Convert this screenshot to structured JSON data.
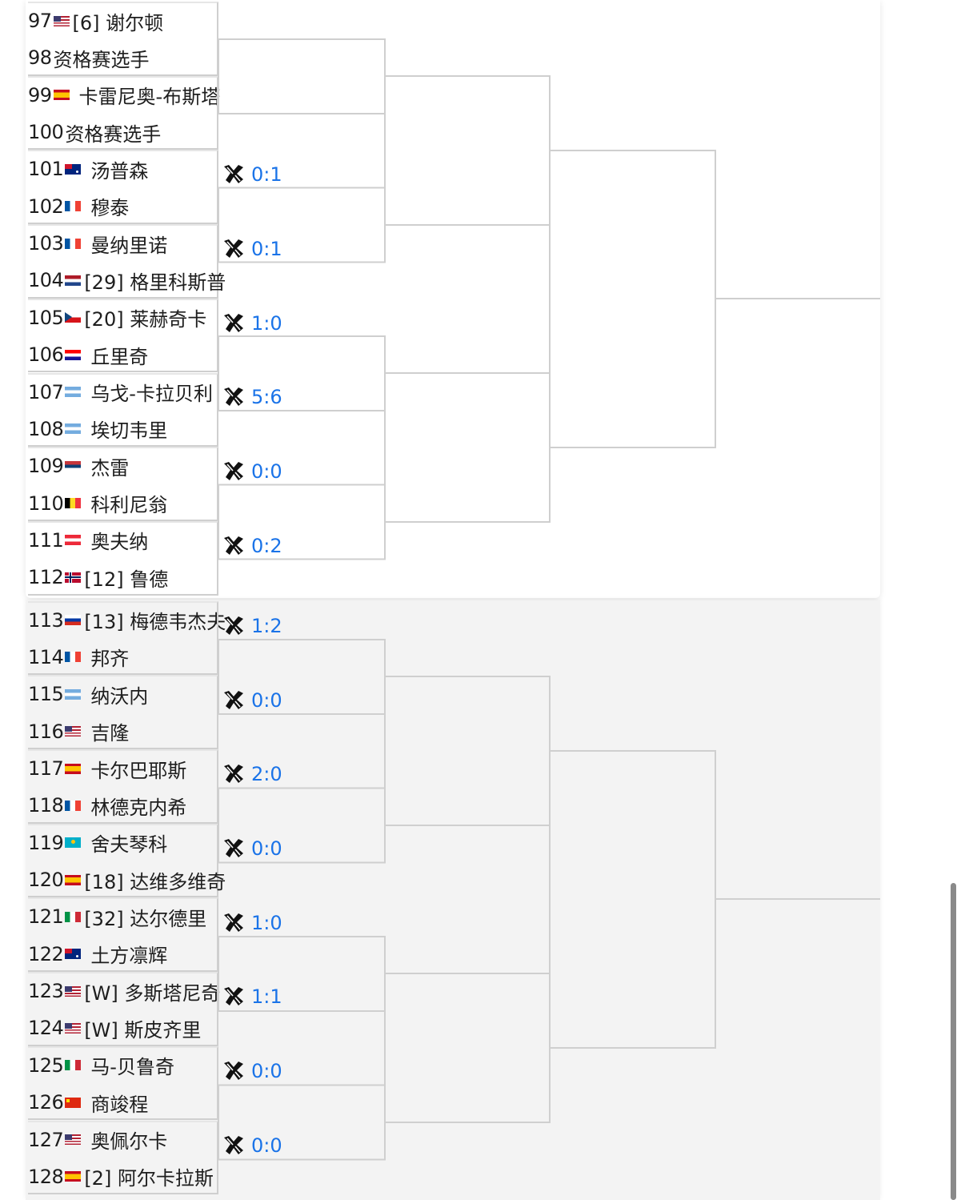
{
  "players": [
    {
      "num": "97",
      "flag": "usa",
      "name": "[6] 谢尔顿"
    },
    {
      "num": "98",
      "flag": "none",
      "name": "资格赛选手"
    },
    {
      "num": "99",
      "flag": "esp",
      "name": "卡雷尼奥-布斯塔"
    },
    {
      "num": "100",
      "flag": "none",
      "name": "资格赛选手"
    },
    {
      "num": "101",
      "flag": "aus",
      "name": "汤普森"
    },
    {
      "num": "102",
      "flag": "fra",
      "name": "穆泰"
    },
    {
      "num": "103",
      "flag": "fra",
      "name": "曼纳里诺"
    },
    {
      "num": "104",
      "flag": "ned",
      "name": "[29] 格里科斯普"
    },
    {
      "num": "105",
      "flag": "cze",
      "name": "[20] 莱赫奇卡"
    },
    {
      "num": "106",
      "flag": "cro",
      "name": "丘里奇"
    },
    {
      "num": "107",
      "flag": "arg",
      "name": "乌戈-卡拉贝利"
    },
    {
      "num": "108",
      "flag": "arg",
      "name": "埃切韦里"
    },
    {
      "num": "109",
      "flag": "srb",
      "name": "杰雷"
    },
    {
      "num": "110",
      "flag": "bel",
      "name": "科利尼翁"
    },
    {
      "num": "111",
      "flag": "aut",
      "name": "奥夫纳"
    },
    {
      "num": "112",
      "flag": "nor",
      "name": "[12] 鲁德"
    },
    {
      "num": "113",
      "flag": "rus",
      "name": "[13] 梅德韦杰夫"
    },
    {
      "num": "114",
      "flag": "fra",
      "name": "邦齐"
    },
    {
      "num": "115",
      "flag": "arg",
      "name": "纳沃内"
    },
    {
      "num": "116",
      "flag": "usa",
      "name": "吉隆"
    },
    {
      "num": "117",
      "flag": "esp",
      "name": "卡尔巴耶斯"
    },
    {
      "num": "118",
      "flag": "fra",
      "name": "林德克内希"
    },
    {
      "num": "119",
      "flag": "kaz",
      "name": "舍夫琴科"
    },
    {
      "num": "120",
      "flag": "esp",
      "name": "[18] 达维多维奇"
    },
    {
      "num": "121",
      "flag": "ita",
      "name": "[32] 达尔德里"
    },
    {
      "num": "122",
      "flag": "aus",
      "name": "土方凛辉"
    },
    {
      "num": "123",
      "flag": "usa",
      "name": "[W] 多斯塔尼奇"
    },
    {
      "num": "124",
      "flag": "usa",
      "name": "[W] 斯皮齐里"
    },
    {
      "num": "125",
      "flag": "ita",
      "name": "马-贝鲁奇"
    },
    {
      "num": "126",
      "flag": "chn",
      "name": "商竣程"
    },
    {
      "num": "127",
      "flag": "usa",
      "name": "奥佩尔卡"
    },
    {
      "num": "128",
      "flag": "esp",
      "name": "[2] 阿尔卡拉斯"
    }
  ],
  "scores": [
    "0:1",
    "0:1",
    "1:0",
    "5:6",
    "0:0",
    "0:2",
    "1:2",
    "0:0",
    "2:0",
    "0:0",
    "1:0",
    "1:1",
    "0:0",
    "0:0"
  ],
  "colors": {
    "score": "#1a73e8",
    "line": "#cfcfcf"
  }
}
